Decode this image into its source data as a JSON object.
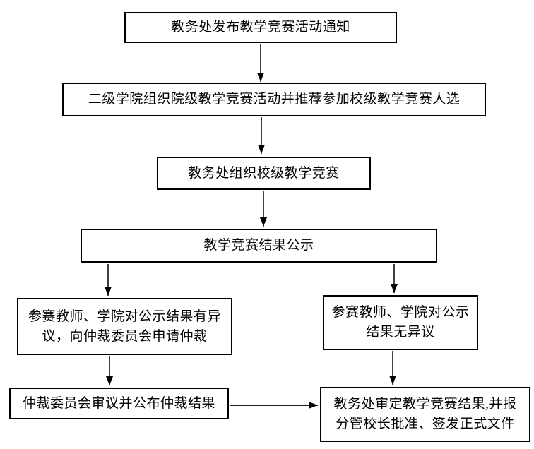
{
  "colors": {
    "background": "#ffffff",
    "box_border": "#000000",
    "text": "#000000",
    "arrow": "#000000"
  },
  "nodes": [
    {
      "name": "publish-notice",
      "lines": [
        "教务处发布教学竞赛活动通知"
      ]
    },
    {
      "name": "college-competition",
      "lines": [
        "二级学院组织院级教学竞赛活动并推荐参加校级教学竞赛人选"
      ]
    },
    {
      "name": "school-competition",
      "lines": [
        "教务处组织校级教学竞赛"
      ]
    },
    {
      "name": "result-publicity",
      "lines": [
        "教学竞赛结果公示"
      ]
    },
    {
      "name": "objection",
      "lines": [
        "参赛教师、学院对公示结果有异",
        "议，向仲裁委员会申请仲裁"
      ]
    },
    {
      "name": "no-objection",
      "lines": [
        "参赛教师、学院对公示",
        "结果无异议"
      ]
    },
    {
      "name": "arbitration",
      "lines": [
        "仲裁委员会审议并公布仲裁结果"
      ]
    },
    {
      "name": "final-approval",
      "lines": [
        "教务处审定教学竞赛结果,并报",
        "分管校长批准、签发正式文件"
      ]
    }
  ],
  "edges": [
    {
      "from": "publish-notice",
      "to": "college-competition"
    },
    {
      "from": "college-competition",
      "to": "school-competition"
    },
    {
      "from": "school-competition",
      "to": "result-publicity"
    },
    {
      "from": "result-publicity",
      "to": "objection"
    },
    {
      "from": "result-publicity",
      "to": "no-objection"
    },
    {
      "from": "objection",
      "to": "arbitration"
    },
    {
      "from": "no-objection",
      "to": "final-approval"
    },
    {
      "from": "arbitration",
      "to": "final-approval"
    }
  ]
}
